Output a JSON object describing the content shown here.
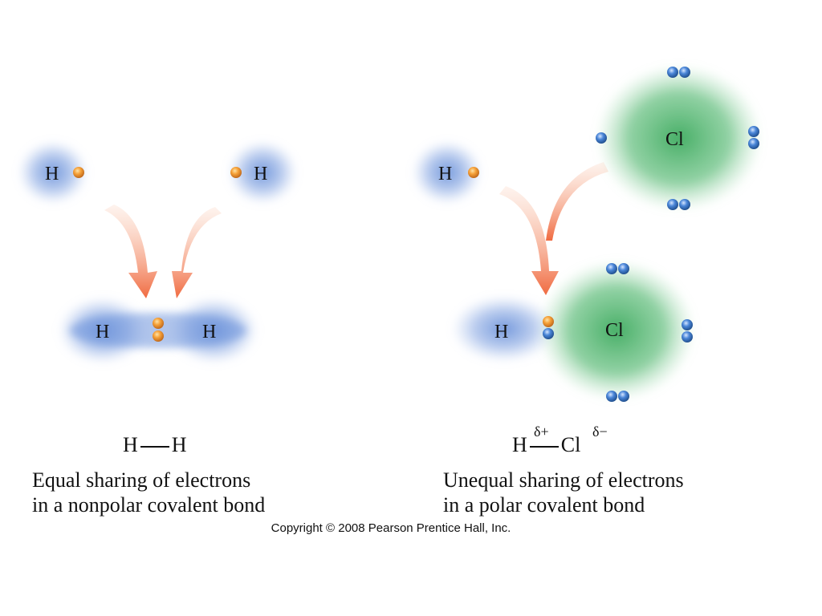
{
  "colors": {
    "hydrogen_cloud": "#5b86d6",
    "chlorine_cloud": "#3daa5e",
    "h_electron": "#f6a23a",
    "cl_electron": "#4a86d8",
    "arrow": "#f07850"
  },
  "left": {
    "h_atom_1": "H",
    "h_atom_2": "H",
    "molecule_h_1": "H",
    "molecule_h_2": "H",
    "formula": {
      "atom_1": "H",
      "atom_2": "H"
    },
    "caption_line_1": "Equal sharing of electrons",
    "caption_line_2": "in a nonpolar covalent bond"
  },
  "right": {
    "h_atom": "H",
    "cl_atom": "Cl",
    "molecule_h": "H",
    "molecule_cl": "Cl",
    "formula": {
      "atom_1": "H",
      "delta_plus": "δ+",
      "atom_2": "Cl",
      "delta_minus": "δ−"
    },
    "caption_line_1": "Unequal sharing of electrons",
    "caption_line_2": "in a polar covalent bond"
  },
  "copyright": "Copyright © 2008 Pearson Prentice Hall, Inc."
}
